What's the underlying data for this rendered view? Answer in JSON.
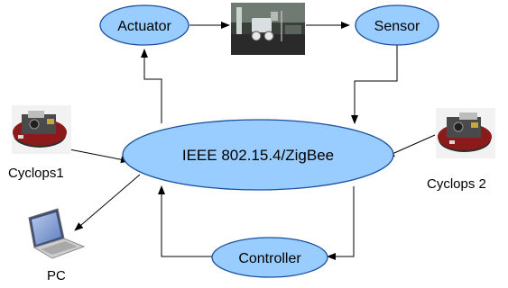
{
  "colors": {
    "node_fill": "#99ccff",
    "node_stroke": "#1a4f9c",
    "edge": "#000000",
    "background": "#ffffff"
  },
  "nodes": {
    "network": "IEEE 802.15.4/ZigBee",
    "actuator": "Actuator",
    "sensor": "Sensor",
    "controller": "Controller"
  },
  "devices": {
    "cyclops1": "Cyclops1",
    "cyclops2": "Cyclops 2",
    "pc": "PC"
  },
  "images": {
    "robot_camera": "robot-photo",
    "cyclops1_board": "sensor-board-photo",
    "cyclops2_board": "sensor-board-photo",
    "pc_icon": "laptop-icon"
  }
}
